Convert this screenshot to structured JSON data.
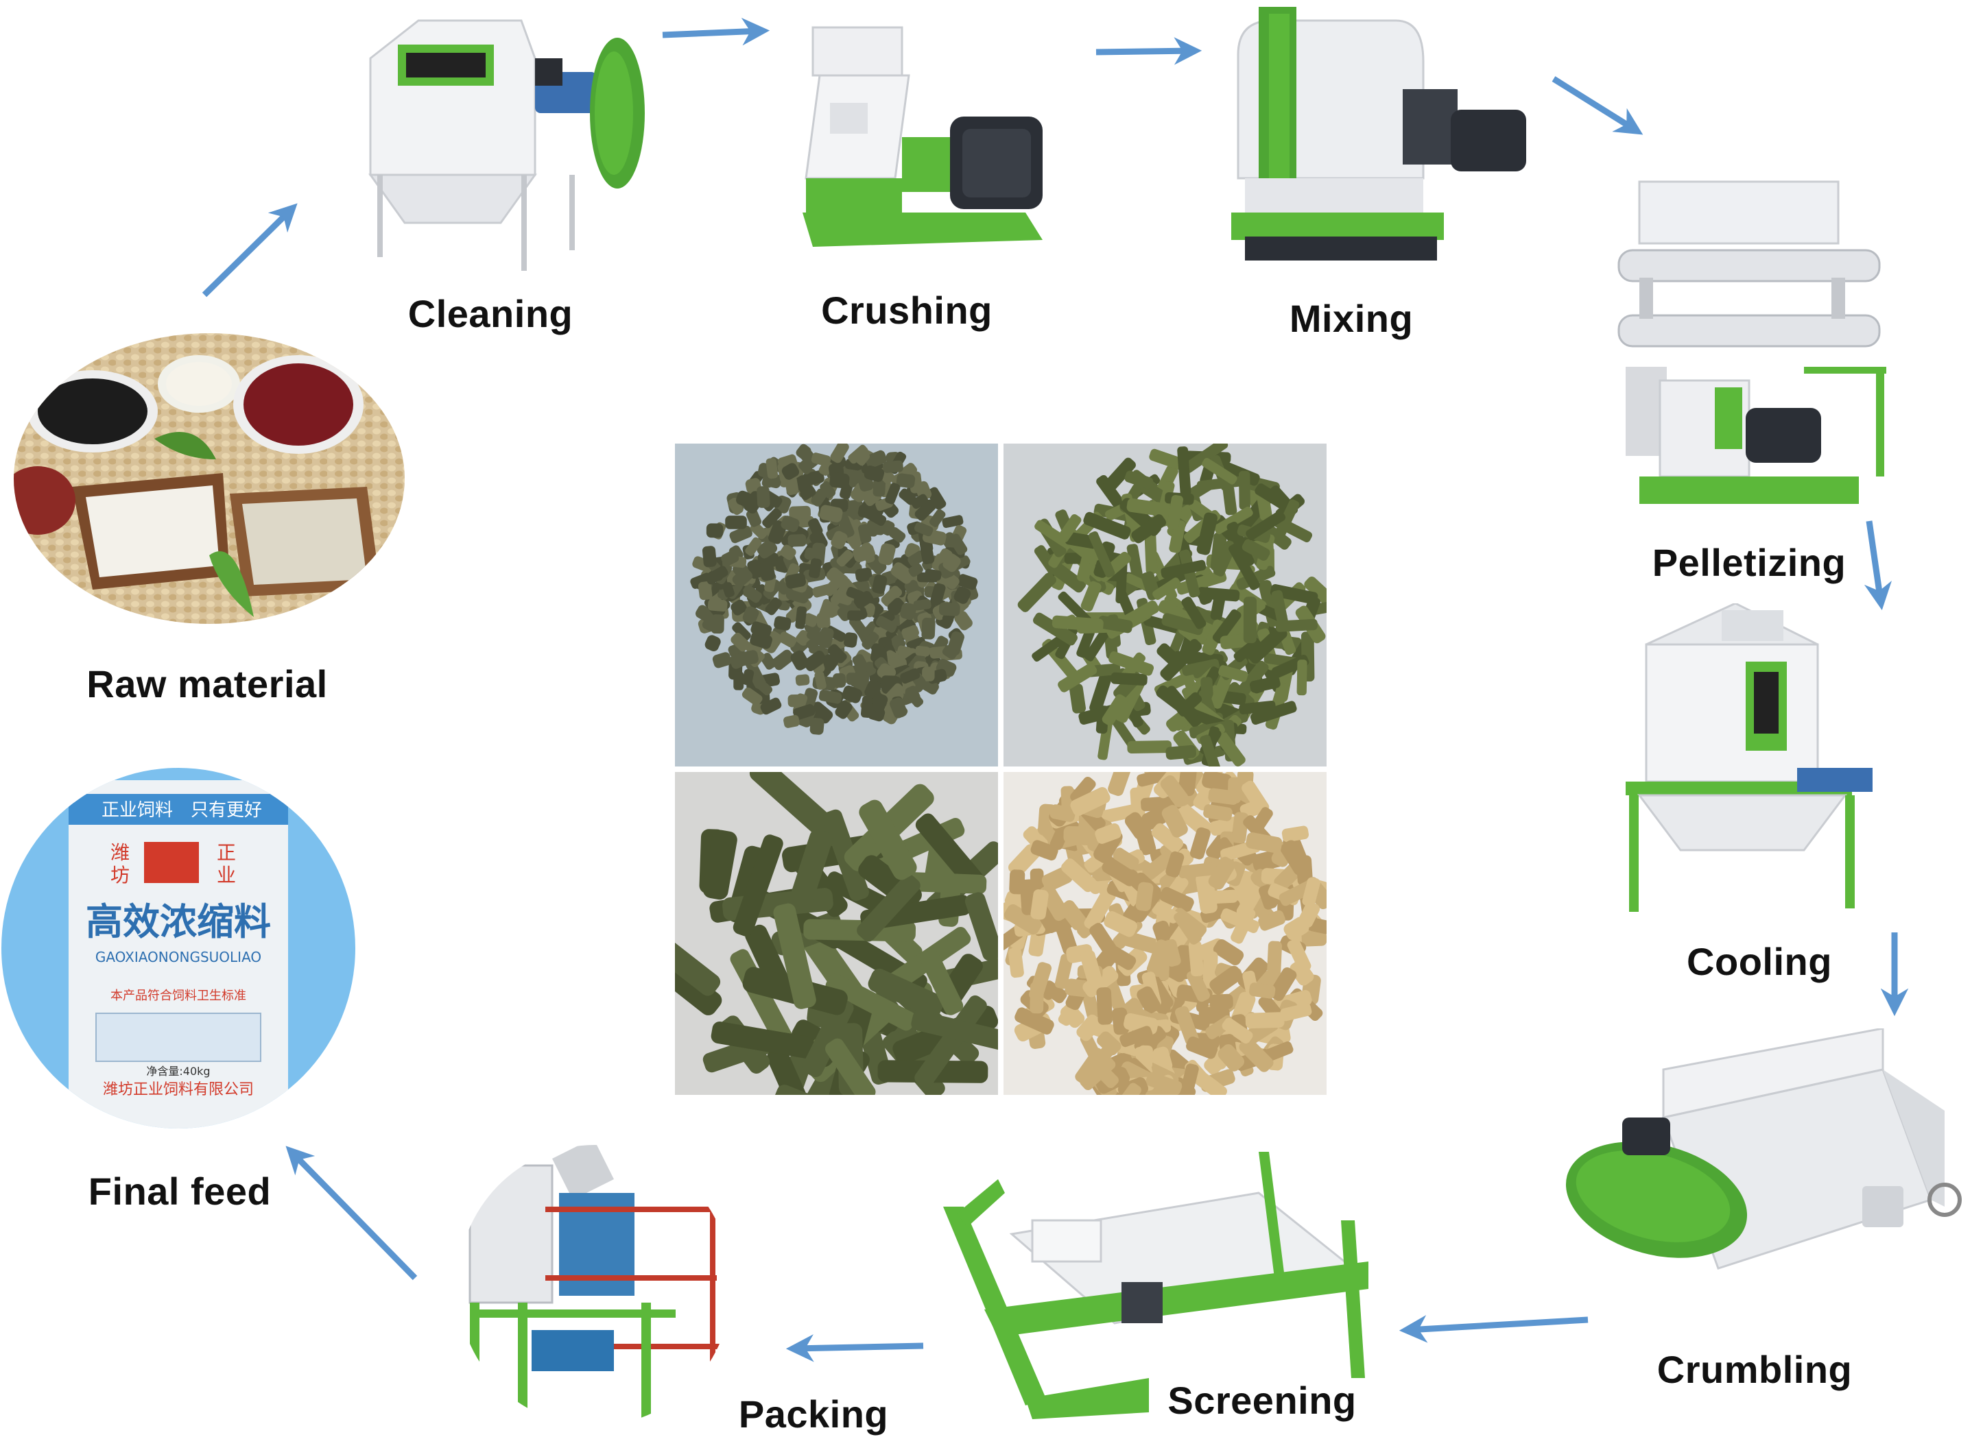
{
  "colors": {
    "arrow": "#5b95d0",
    "machine_green": "#5cb83a",
    "machine_white": "#f2f3f5",
    "motor_dark": "#2b2f36",
    "label": "#111111"
  },
  "steps": [
    {
      "id": "raw",
      "label": "Raw material",
      "icon": "beans-photo"
    },
    {
      "id": "cleaning",
      "label": "Cleaning",
      "icon": "cleaning-machine"
    },
    {
      "id": "crushing",
      "label": "Crushing",
      "icon": "hammer-mill"
    },
    {
      "id": "mixing",
      "label": "Mixing",
      "icon": "mixer-machine"
    },
    {
      "id": "pelletizing",
      "label": "Pelletizing",
      "icon": "pellet-mill"
    },
    {
      "id": "cooling",
      "label": "Cooling",
      "icon": "counterflow-cooler"
    },
    {
      "id": "crumbling",
      "label": "Crumbling",
      "icon": "crumbler-machine"
    },
    {
      "id": "screening",
      "label": "Screening",
      "icon": "rotary-screen"
    },
    {
      "id": "packing",
      "label": "Packing",
      "icon": "packing-scale"
    },
    {
      "id": "final",
      "label": "Final feed",
      "icon": "feed-bag"
    }
  ],
  "bag": {
    "slogan_left": "正业饲料",
    "slogan_right": "只有更好",
    "brand_left_1": "潍",
    "brand_left_2": "坊",
    "brand_right_1": "正",
    "brand_right_2": "业",
    "product": "高效浓缩料",
    "pinyin": "GAOXIAONONGSUOLIAO",
    "standard": "本产品符合饲料卫生标准",
    "net_weight": "净含量:40kg",
    "company": "潍坊正业饲料有限公司"
  },
  "pellet_photos": [
    {
      "name": "dark-small-pellets"
    },
    {
      "name": "green-long-pellets"
    },
    {
      "name": "green-thick-pellets"
    },
    {
      "name": "tan-pellets"
    }
  ]
}
